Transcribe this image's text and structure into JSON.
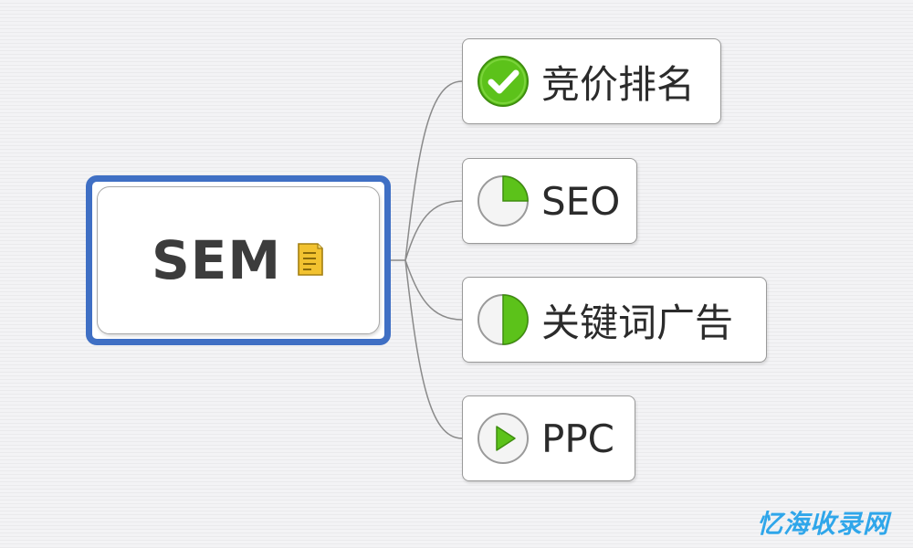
{
  "root": {
    "label": "SEM",
    "icon": "note-icon"
  },
  "branches": [
    {
      "label": "竞价排名",
      "icon": "check-circle-icon"
    },
    {
      "label": "SEO",
      "icon": "progress-quarter-icon"
    },
    {
      "label": "关键词广告",
      "icon": "progress-half-icon"
    },
    {
      "label": "PPC",
      "icon": "play-circle-icon"
    }
  ],
  "watermark": {
    "text": "忆海收录网"
  },
  "colors": {
    "root_frame": "#3f6fc4",
    "icon_green": "#5cc21a",
    "watermark": "#2fa6ea",
    "connector": "#8a8a8a",
    "note_yellow": "#f2c230"
  }
}
